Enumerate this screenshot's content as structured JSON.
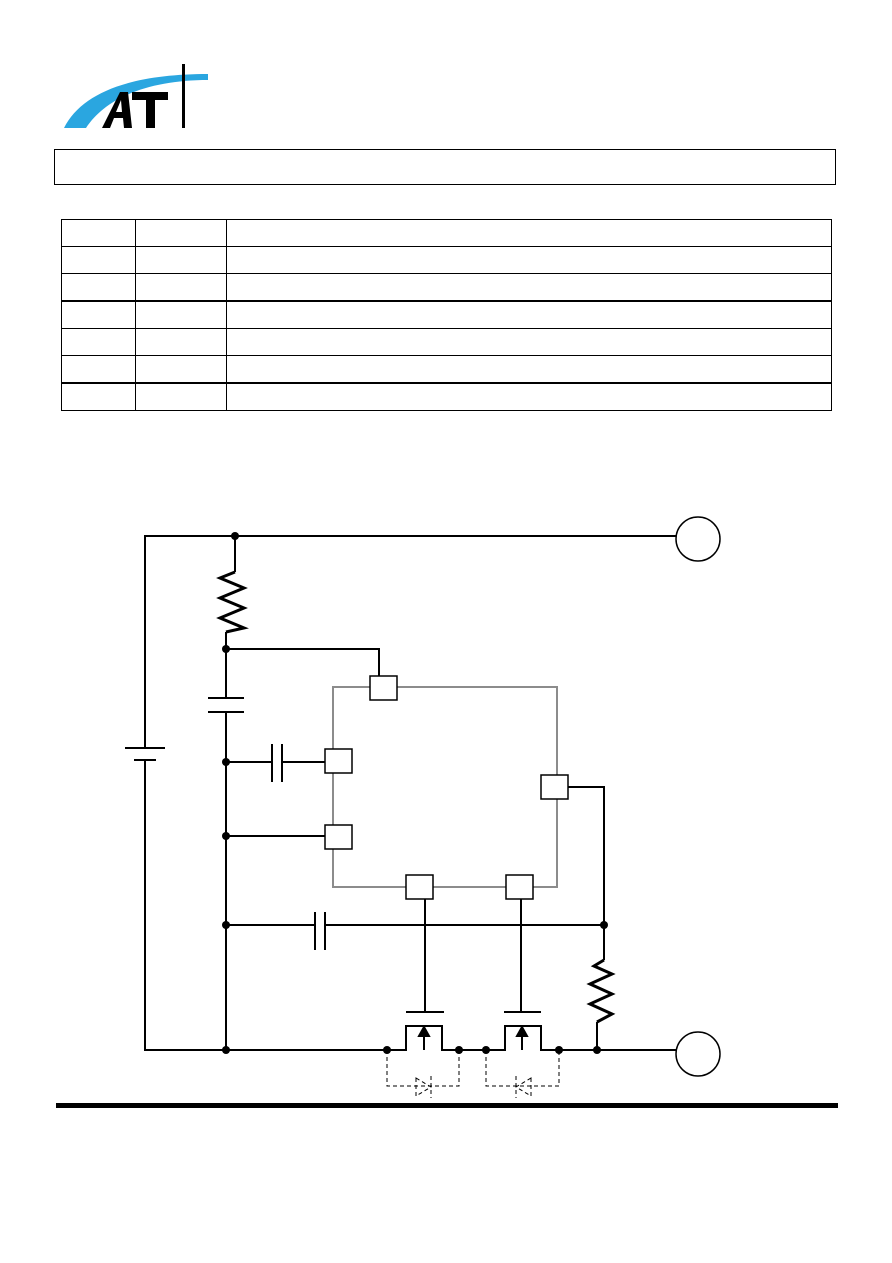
{
  "header": {
    "logo": {
      "icon": "company-logo-arc",
      "letters": "AT",
      "colors": {
        "arc": "#2aa6e0",
        "letters": "#000000",
        "line": "#000000"
      }
    },
    "title": ""
  },
  "pin_table": {
    "rows": [
      {
        "pin": "",
        "name": "",
        "description": ""
      },
      {
        "pin": "",
        "name": "",
        "description": ""
      },
      {
        "pin": "",
        "name": "",
        "description": ""
      },
      {
        "pin": "",
        "name": "",
        "description": ""
      },
      {
        "pin": "",
        "name": "",
        "description": ""
      },
      {
        "pin": "",
        "name": "",
        "description": ""
      },
      {
        "pin": "",
        "name": "",
        "description": ""
      }
    ]
  },
  "schematic": {
    "components": [
      "battery",
      "resistor",
      "resistor",
      "capacitor",
      "capacitor",
      "capacitor",
      "ic",
      "mosfet",
      "mosfet",
      "body-diode",
      "body-diode",
      "terminal",
      "terminal"
    ],
    "colors": {
      "wire": "#000000",
      "ic_outline": "#8c8c8c"
    }
  }
}
